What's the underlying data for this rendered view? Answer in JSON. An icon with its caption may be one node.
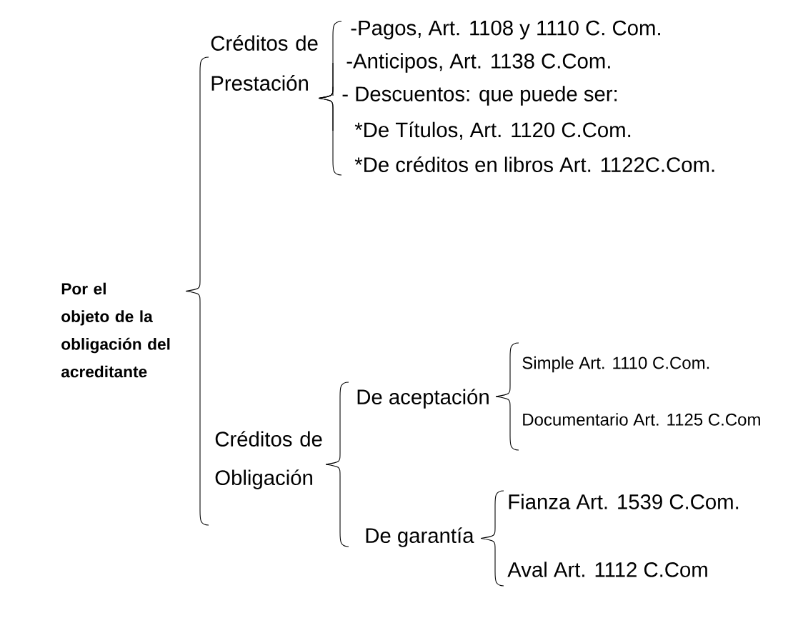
{
  "diagram": {
    "nodes": [
      {
        "text": [
          "Por el objeto de la obligación del acreditante"
        ]
      },
      {
        "text": [
          "Créditos de Prestación"
        ]
      },
      {
        "text": [
          "-Pagos, Art. 1108 y 1110 C. Com."
        ]
      },
      {
        "text": [
          "-Anticipos, Art. 1138 C.Com."
        ]
      },
      {
        "text": [
          "- Descuentos: que puede ser:"
        ]
      },
      {
        "text": [
          "*De Títulos, Art. 1120 C.Com."
        ]
      },
      {
        "text": [
          "*De créditos en libros Art. 1122C.Com."
        ]
      },
      {
        "text": [
          "Créditos de Obligación"
        ]
      },
      {
        "text": [
          "De aceptación"
        ]
      },
      {
        "text": [
          "Simple Art. 1110 C.Com."
        ]
      },
      {
        "text": [
          "Documentario Art. 1125 C.Com"
        ]
      },
      {
        "text": [
          "De garantía"
        ]
      },
      {
        "text": [
          "Fianza Art. 1539 C.Com."
        ]
      },
      {
        "text": [
          "Aval Art. 1112 C.Com"
        ]
      }
    ],
    "edges": [
      {
        "from": 0,
        "to": 1,
        "arrow": "none"
      },
      {
        "from": 0,
        "to": 7,
        "arrow": "none"
      },
      {
        "from": 1,
        "to": 2,
        "arrow": "none"
      },
      {
        "from": 1,
        "to": 3,
        "arrow": "none"
      },
      {
        "from": 1,
        "to": 4,
        "arrow": "none"
      },
      {
        "from": 1,
        "to": 5,
        "arrow": "none"
      },
      {
        "from": 1,
        "to": 6,
        "arrow": "none"
      },
      {
        "from": 7,
        "to": 8,
        "arrow": "none"
      },
      {
        "from": 7,
        "to": 11,
        "arrow": "none"
      },
      {
        "from": 8,
        "to": 9,
        "arrow": "none"
      },
      {
        "from": 8,
        "to": 10,
        "arrow": "none"
      },
      {
        "from": 11,
        "to": 12,
        "arrow": "none"
      },
      {
        "from": 11,
        "to": 13,
        "arrow": "none"
      }
    ]
  }
}
